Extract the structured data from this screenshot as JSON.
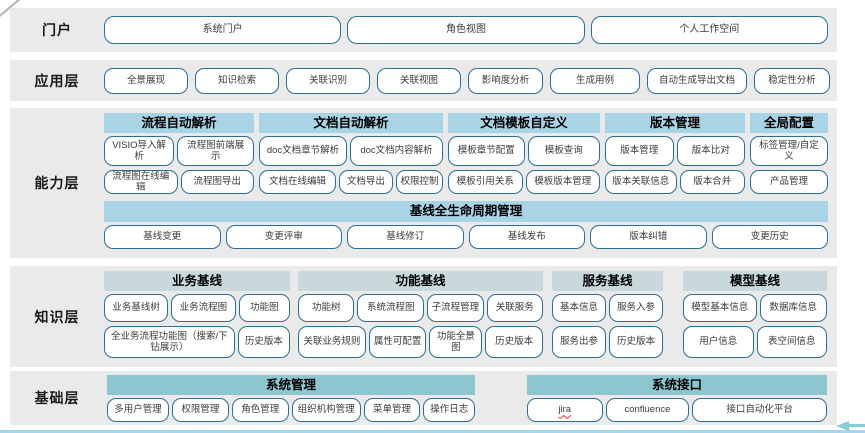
{
  "layers": [
    {
      "label": "门户",
      "buttons": [
        "系统门户",
        "角色视图",
        "个人工作空间"
      ]
    },
    {
      "label": "应用层",
      "buttons": [
        "全景展现",
        "知识检索",
        "关联识别",
        "关联视图",
        "影响度分析",
        "生成用例",
        "自动生成导出文档",
        "稳定性分析"
      ]
    },
    {
      "label": "能力层",
      "columns": [
        {
          "header": "流程自动解析",
          "rows": [
            [
              "VISIO导入解析",
              "流程图前端展示"
            ],
            [
              "流程图在线编辑",
              "流程图导出"
            ]
          ]
        },
        {
          "header": "文档自动解析",
          "rows": [
            [
              "doc文档章节解析",
              "doc文档内容解析"
            ],
            [
              "文档在线编辑",
              "文档导出",
              "权限控制"
            ]
          ]
        },
        {
          "header": "文档模板自定义",
          "rows": [
            [
              "模板章节配置",
              "模板查询"
            ],
            [
              "模板引用关系",
              "模板版本管理"
            ]
          ]
        },
        {
          "header": "版本管理",
          "rows": [
            [
              "版本管理",
              "版本比对"
            ],
            [
              "版本关联信息",
              "版本合并"
            ]
          ]
        },
        {
          "header": "全局配置",
          "rows": [
            [
              "标签管理/自定义"
            ],
            [
              "产品管理"
            ]
          ]
        }
      ],
      "lifecycle": {
        "header": "基线全生命周期管理",
        "buttons": [
          "基线变更",
          "变更评审",
          "基线修订",
          "基线发布",
          "版本纠错",
          "变更历史"
        ]
      }
    },
    {
      "label": "知识层",
      "columns": [
        {
          "header": "业务基线",
          "rows": [
            [
              "业务基线树",
              "业务流程图",
              "功能图"
            ],
            [
              "全业务流程功能图（搜索/下钻展示）",
              "历史版本"
            ]
          ]
        },
        {
          "header": "功能基线",
          "rows": [
            [
              "功能树",
              "系统流程图",
              "子流程管理",
              "关联服务"
            ],
            [
              "关联业务规则",
              "属性可配置",
              "功能全景图",
              "历史版本"
            ]
          ]
        },
        {
          "header": "服务基线",
          "rows": [
            [
              "基本信息",
              "服务入参"
            ],
            [
              "服务出参",
              "历史版本"
            ]
          ]
        },
        {
          "header": "模型基线",
          "rows": [
            [
              "模型基本信息",
              "数据库信息"
            ],
            [
              "用户信息",
              "表空间信息"
            ]
          ]
        }
      ]
    },
    {
      "label": "基础层",
      "columns": [
        {
          "header": "系统管理",
          "rows": [
            [
              "多用户管理",
              "权限管理",
              "角色管理",
              "组织机构管理",
              "菜单管理",
              "操作日志"
            ]
          ]
        },
        {
          "header": "系统接口",
          "rows": [
            [
              "jira",
              "confluence",
              "接口自动化平台"
            ]
          ]
        }
      ]
    }
  ],
  "spellcheck_flagged": [
    "jira"
  ],
  "colors": {
    "band_background": "#eaeaea",
    "capability_header": "#a9d4e5",
    "knowledge_header": "#c9d8db",
    "base_header": "#8cc7cf",
    "button_border": "#2f6e91",
    "bottom_line": "#a5d6ec",
    "arrow": "#86ced6",
    "misspell_underline": "#d93025"
  }
}
